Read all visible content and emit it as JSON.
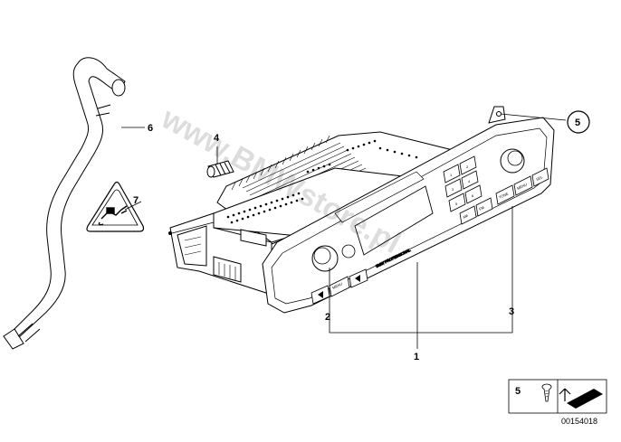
{
  "callouts": [
    {
      "id": "1",
      "label": "1"
    },
    {
      "id": "2",
      "label": "2"
    },
    {
      "id": "3",
      "label": "3"
    },
    {
      "id": "4",
      "label": "4"
    },
    {
      "id": "5",
      "label": "5"
    },
    {
      "id": "6",
      "label": "6"
    },
    {
      "id": "7",
      "label": "7"
    }
  ],
  "buttons": {
    "menu_left": "MENU",
    "tone": "TONE",
    "menu_right": "MENU",
    "sel": "SEL",
    "am": "AM",
    "fm": "FM",
    "num1": "1",
    "num2": "2",
    "num3": "3",
    "num4": "4",
    "num5": "5",
    "num6": "6"
  },
  "panel_text": "BMW PROFESSIONAL",
  "watermark": "www.BMWstore.pl",
  "legend": {
    "number": "5"
  },
  "diagram_code": "00154018"
}
